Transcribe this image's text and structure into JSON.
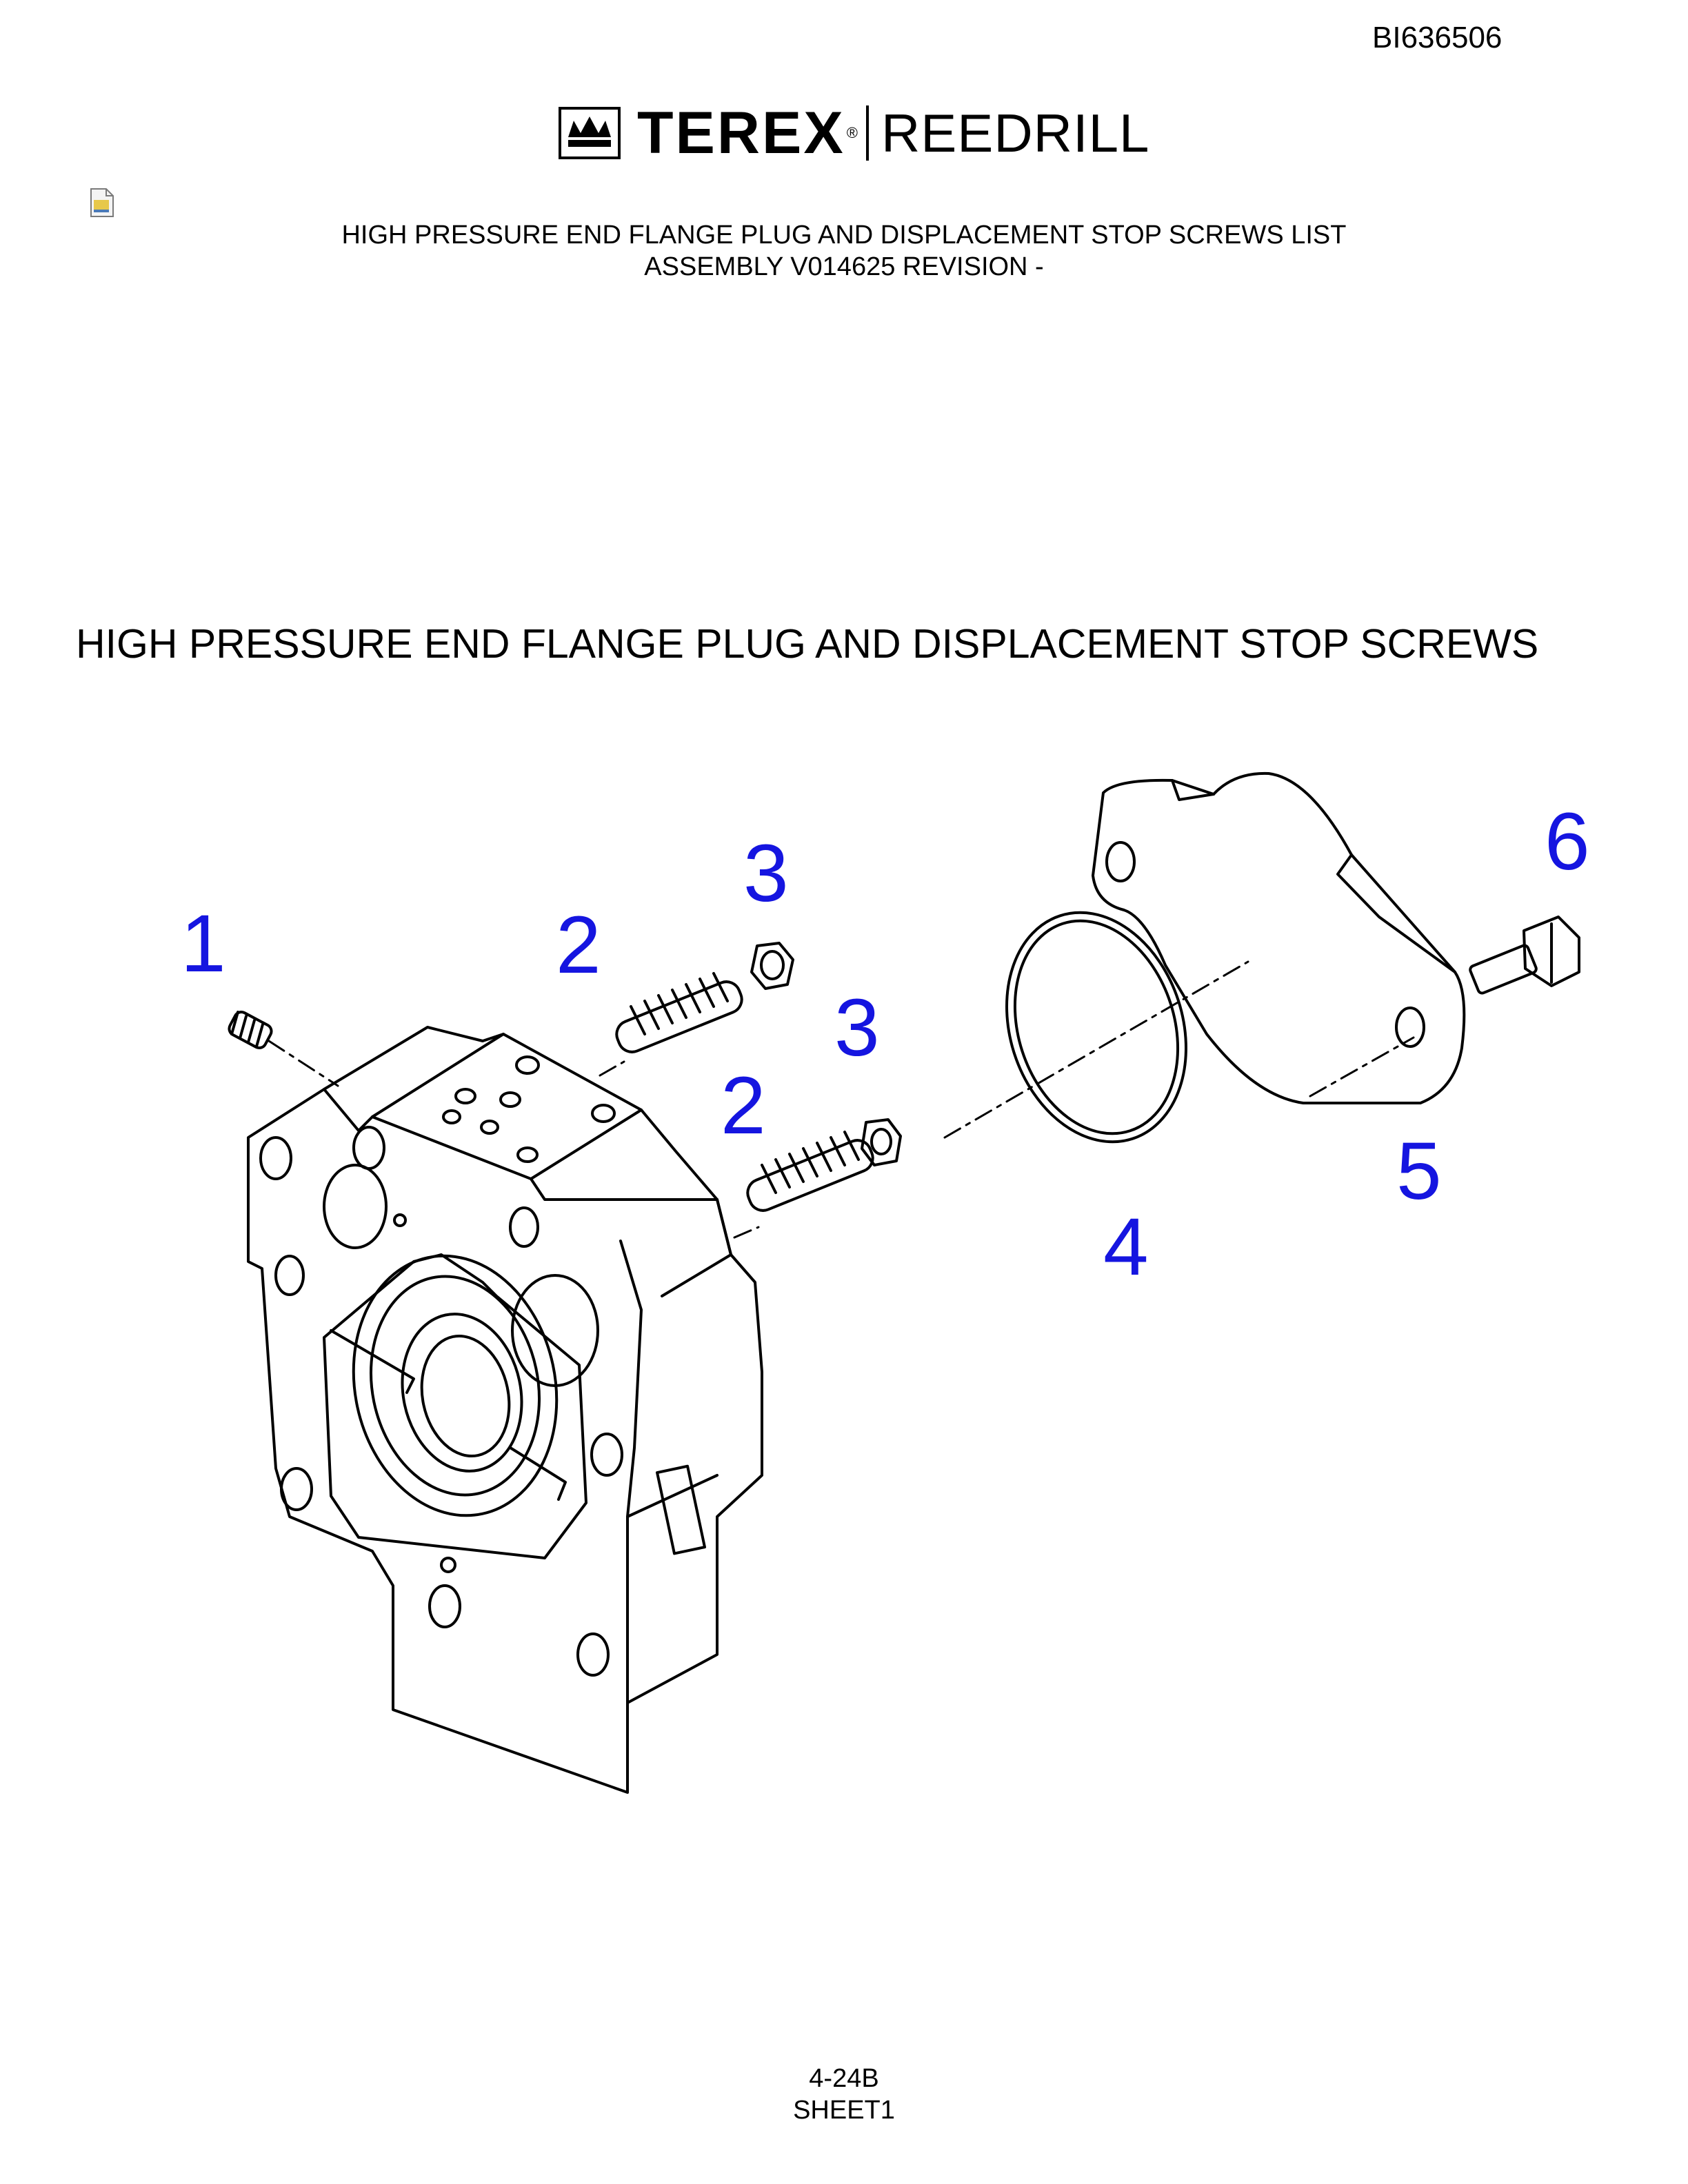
{
  "document_id": "BI636506",
  "logo": {
    "brand": "TEREX",
    "registered": "®",
    "division": "REEDRILL"
  },
  "header": {
    "line1": "HIGH PRESSURE END FLANGE PLUG AND DISPLACEMENT STOP SCREWS LIST",
    "line2": "ASSEMBLY V014625 REVISION -"
  },
  "section_title": "HIGH PRESSURE END FLANGE PLUG AND DISPLACEMENT STOP SCREWS",
  "callouts": {
    "c1": "1",
    "c2a": "2",
    "c2b": "2",
    "c3a": "3",
    "c3b": "3",
    "c4": "4",
    "c5": "5",
    "c6": "6"
  },
  "callout_color": "#1515e0",
  "icons": {
    "file": "document-icon"
  },
  "footer": {
    "page": "4-24B",
    "sheet": "SHEET1"
  }
}
